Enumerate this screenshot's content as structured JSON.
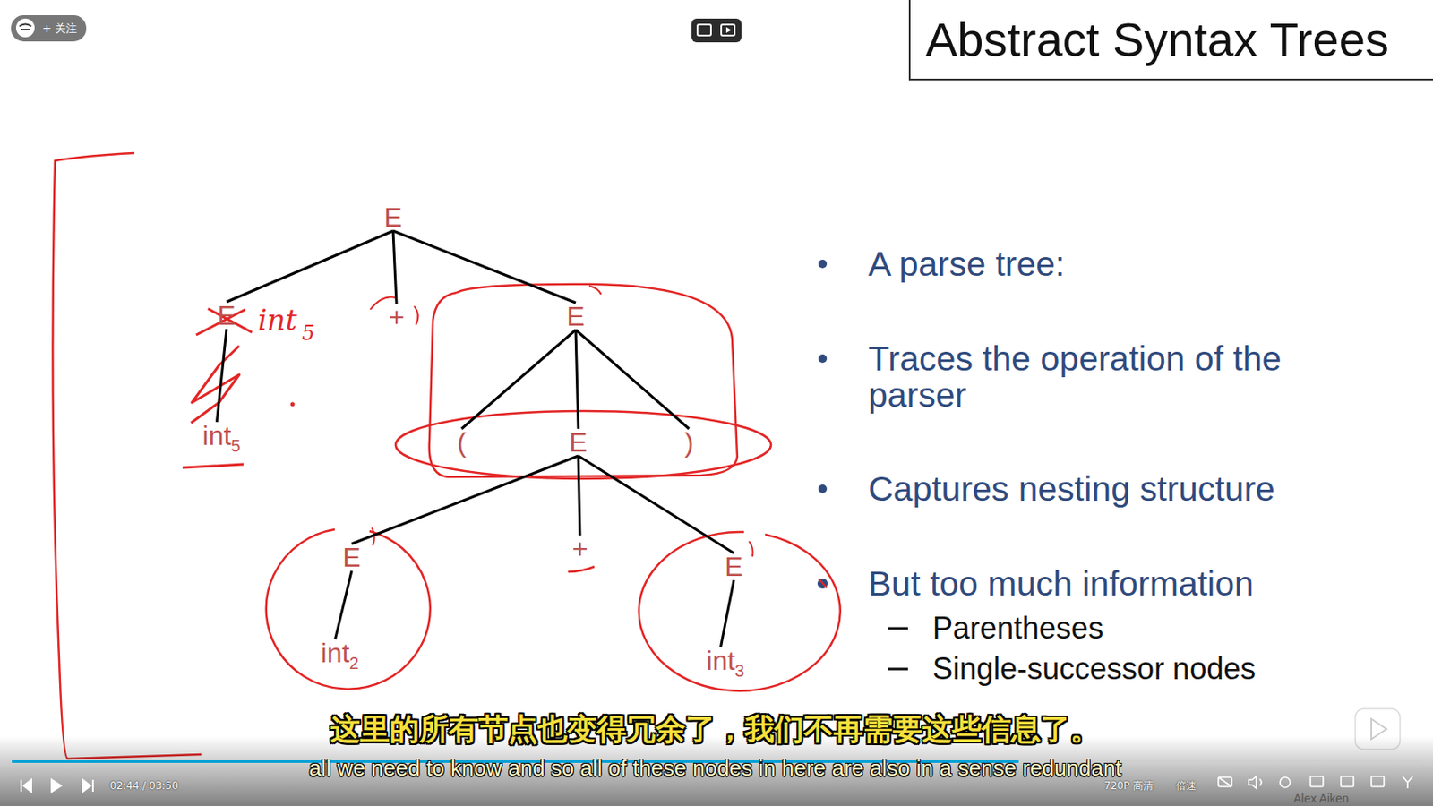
{
  "diagram": {
    "title": "Abstract Syntax Trees",
    "nodes": [
      {
        "text": [
          "Abstract Syntax Trees"
        ]
      },
      {
        "text": [
          "E"
        ]
      },
      {
        "text": [
          "E"
        ]
      },
      {
        "text": [
          "+"
        ]
      },
      {
        "text": [
          "E"
        ]
      },
      {
        "text": [
          "int",
          "5"
        ]
      },
      {
        "text": [
          "("
        ]
      },
      {
        "text": [
          "E"
        ]
      },
      {
        "text": [
          ")"
        ]
      },
      {
        "text": [
          "E"
        ]
      },
      {
        "text": [
          "+"
        ]
      },
      {
        "text": [
          "E"
        ]
      },
      {
        "text": [
          "int",
          "2"
        ]
      },
      {
        "text": [
          "int",
          "3"
        ]
      }
    ],
    "edges": [
      {
        "from": 1,
        "to": 2,
        "arrow": "none"
      },
      {
        "from": 1,
        "to": 3,
        "arrow": "none"
      },
      {
        "from": 1,
        "to": 4,
        "arrow": "none"
      },
      {
        "from": 2,
        "to": 5,
        "arrow": "none"
      },
      {
        "from": 4,
        "to": 6,
        "arrow": "none"
      },
      {
        "from": 4,
        "to": 7,
        "arrow": "none"
      },
      {
        "from": 4,
        "to": 8,
        "arrow": "none"
      },
      {
        "from": 7,
        "to": 9,
        "arrow": "none"
      },
      {
        "from": 7,
        "to": 10,
        "arrow": "none"
      },
      {
        "from": 7,
        "to": 11,
        "arrow": "none"
      },
      {
        "from": 9,
        "to": 12,
        "arrow": "none"
      },
      {
        "from": 11,
        "to": 13,
        "arrow": "none"
      }
    ],
    "labels": [
      "+ 关注",
      "int",
      "5",
      "A parse tree:",
      "Traces the operation of the parser",
      "Captures nesting structure",
      "But too much information",
      "Parentheses",
      "Single-successor nodes",
      "这里的所有节点也变得冗余了，我们不再需要这些信息了。",
      "all we need to know and so all of these nodes in here are also in a sense redundant",
      "02:44 / 03:50",
      "720P 高清",
      "倍速",
      "Alex Aiken"
    ]
  }
}
